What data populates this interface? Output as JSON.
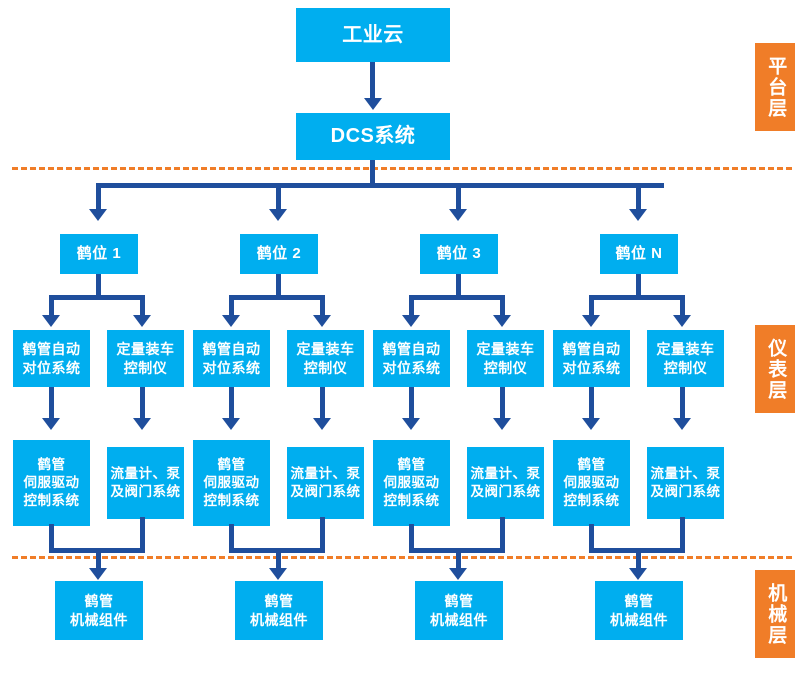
{
  "diagram": {
    "title_node": "工业云",
    "controller_node": "DCS系统",
    "layers": [
      {
        "name": "platform",
        "label": "平台层"
      },
      {
        "name": "instrument",
        "label": "仪表层"
      },
      {
        "name": "mechanical",
        "label": "机械层"
      }
    ],
    "groups": [
      {
        "bay": "鹤位 1",
        "instrument_left": "鹤管自动\n对位系统",
        "instrument_right": "定量装车\n控制仪",
        "drive_left": "鹤管\n伺服驱动\n控制系统",
        "drive_right": "流量计、泵\n及阀门系统",
        "mechanical": "鹤管\n机械组件"
      },
      {
        "bay": "鹤位 2",
        "instrument_left": "鹤管自动\n对位系统",
        "instrument_right": "定量装车\n控制仪",
        "drive_left": "鹤管\n伺服驱动\n控制系统",
        "drive_right": "流量计、泵\n及阀门系统",
        "mechanical": "鹤管\n机械组件"
      },
      {
        "bay": "鹤位 3",
        "instrument_left": "鹤管自动\n对位系统",
        "instrument_right": "定量装车\n控制仪",
        "drive_left": "鹤管\n伺服驱动\n控制系统",
        "drive_right": "流量计、泵\n及阀门系统",
        "mechanical": "鹤管\n机械组件"
      },
      {
        "bay": "鹤位 N",
        "instrument_left": "鹤管自动\n对位系统",
        "instrument_right": "定量装车\n控制仪",
        "drive_left": "鹤管\n伺服驱动\n控制系统",
        "drive_right": "流量计、泵\n及阀门系统",
        "mechanical": "鹤管\n机械组件"
      }
    ],
    "colors": {
      "node_fill": "#00AEEF",
      "node_text": "#FFFFFF",
      "layer_tag_fill": "#F07D28",
      "connector": "#1F4E9C",
      "divider": "#F07D28",
      "background": "#FFFFFF"
    }
  }
}
